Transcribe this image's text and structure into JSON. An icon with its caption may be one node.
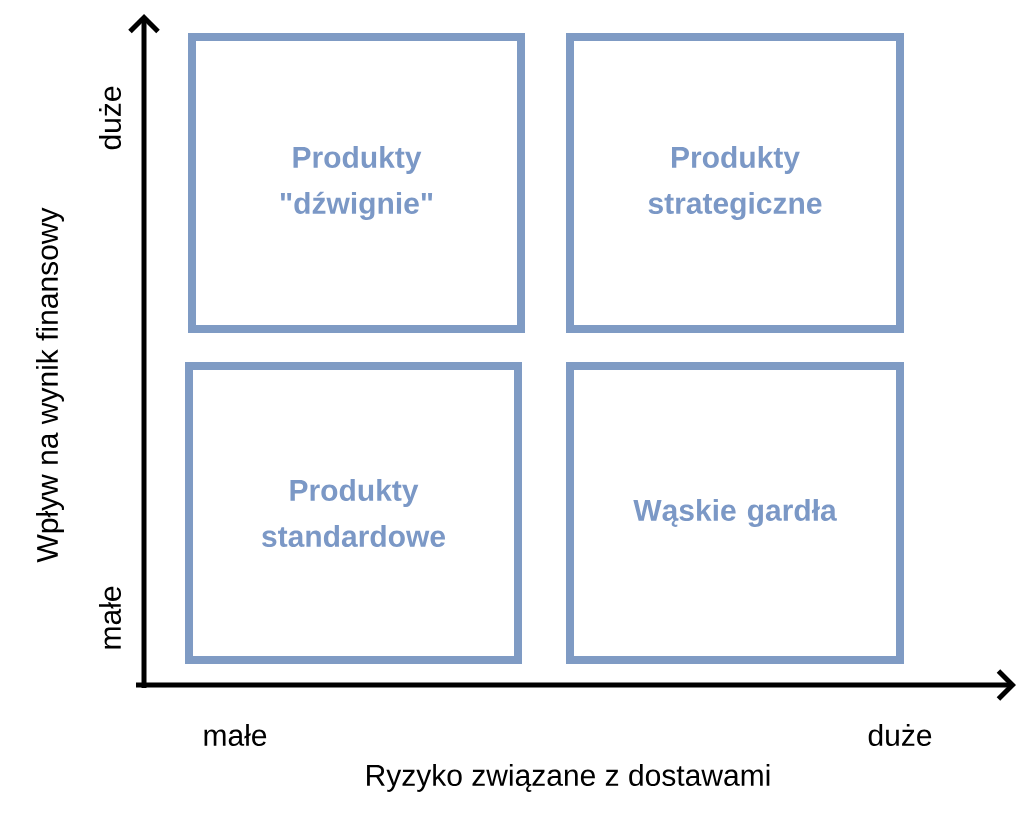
{
  "diagram": {
    "nodes": [
      {
        "text": [
          "Produkty \"dźwignie\""
        ]
      },
      {
        "text": [
          "Produkty strategiczne"
        ]
      },
      {
        "text": [
          "Produkty standardowe"
        ]
      },
      {
        "text": [
          "Wąskie gardła"
        ]
      }
    ],
    "edges": [],
    "labels": [
      "duże",
      "małe",
      "Wpływ na wynik finansowy",
      "małe",
      "duże",
      "Ryzyko związane z dostawami"
    ]
  }
}
